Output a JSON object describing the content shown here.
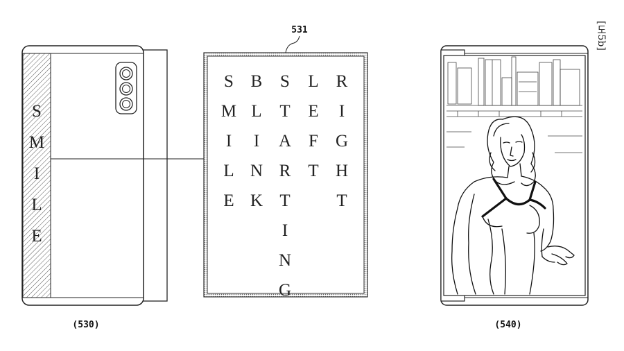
{
  "figure_label": "[도5b]",
  "ref_531": "531",
  "left_caption": "(530)",
  "right_caption": "(540)",
  "side_text": [
    "S",
    "M",
    "I",
    "L",
    "E"
  ],
  "word_columns": [
    [
      "S",
      "M",
      "I",
      "L",
      "E"
    ],
    [
      "B",
      "L",
      "I",
      "N",
      "K"
    ],
    [
      "S",
      "T",
      "A",
      "R",
      "T",
      "I",
      "N",
      "G"
    ],
    [
      "L",
      "E",
      "F",
      "T"
    ],
    [
      "R",
      "I",
      "G",
      "H",
      "T"
    ]
  ]
}
